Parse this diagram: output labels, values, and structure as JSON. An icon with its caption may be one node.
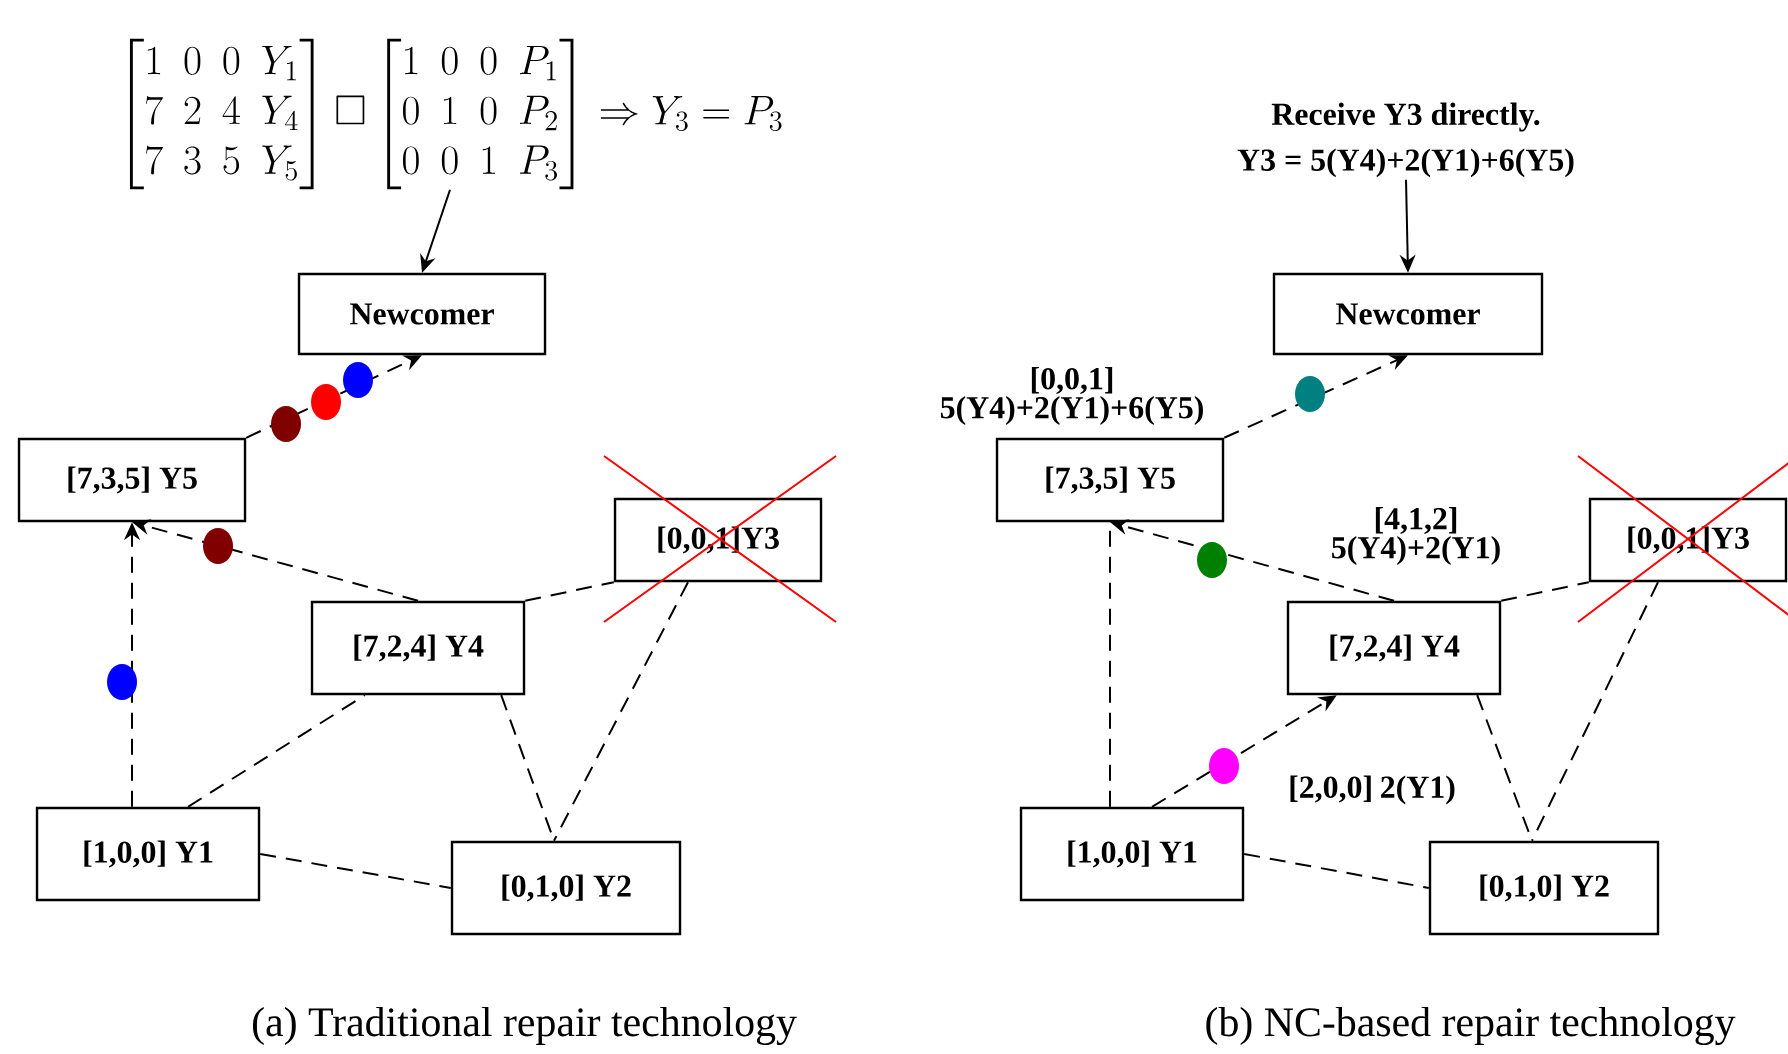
{
  "diagram": {
    "nodes": [
      {
        "text": [
          "\\begin{bmatrix}1&0&0&Y_1\\\\7&2&4&Y_4\\\\7&3&5&Y_5\\end{bmatrix}\\square\\begin{bmatrix}1&0&0&P_1\\\\0&1&0&P_2\\\\0&0&1&P_3\\end{bmatrix}\\Rightarrow Y_3=P_3"
        ]
      },
      {
        "text": [
          "Newcomer"
        ]
      },
      {
        "text": [
          "[7,3,5] Y5"
        ]
      },
      {
        "text": [
          "[0,0,1]Y3"
        ]
      },
      {
        "text": [
          "[7,2,4] Y4"
        ]
      },
      {
        "text": [
          "[1,0,0] Y1"
        ]
      },
      {
        "text": [
          "[0,1,0] Y2"
        ]
      },
      {
        "text": [
          "Receive Y3 directly.",
          "Y3 =   5(Y4)+2(Y1)+6(Y5)"
        ]
      },
      {
        "text": [
          "Newcomer"
        ]
      },
      {
        "text": [
          "[7,3,5] Y5"
        ]
      },
      {
        "text": [
          "[0,0,1]Y3"
        ]
      },
      {
        "text": [
          "[7,2,4] Y4"
        ]
      },
      {
        "text": [
          "[1,0,0] Y1"
        ]
      },
      {
        "text": [
          "[0,1,0] Y2"
        ]
      }
    ],
    "edges": [
      {
        "from": 0,
        "to": 1,
        "arrow": "to"
      },
      {
        "from": 2,
        "to": 1,
        "arrow": "to",
        "style": "dashed"
      },
      {
        "from": 4,
        "to": 2,
        "arrow": "to",
        "style": "dashed"
      },
      {
        "from": 5,
        "to": 2,
        "arrow": "to",
        "style": "dashed"
      },
      {
        "from": 4,
        "to": 3,
        "arrow": "none",
        "style": "dashed"
      },
      {
        "from": 5,
        "to": 4,
        "arrow": "none",
        "style": "dashed"
      },
      {
        "from": 4,
        "to": 6,
        "arrow": "none",
        "style": "dashed"
      },
      {
        "from": 3,
        "to": 6,
        "arrow": "none",
        "style": "dashed"
      },
      {
        "from": 5,
        "to": 6,
        "arrow": "none",
        "style": "dashed"
      },
      {
        "from": 7,
        "to": 8,
        "arrow": "to"
      },
      {
        "from": 9,
        "to": 8,
        "arrow": "to",
        "style": "dashed",
        "label": "[0,0,1] 5(Y4)+2(Y1)+6(Y5)"
      },
      {
        "from": 11,
        "to": 9,
        "arrow": "to",
        "style": "dashed",
        "label": "[4,1,2] 5(Y4)+2(Y1)"
      },
      {
        "from": 12,
        "to": 9,
        "arrow": "none",
        "style": "dashed"
      },
      {
        "from": 11,
        "to": 10,
        "arrow": "none",
        "style": "dashed"
      },
      {
        "from": 12,
        "to": 11,
        "arrow": "to",
        "style": "dashed",
        "label": "[2,0,0] 2(Y1)"
      },
      {
        "from": 11,
        "to": 13,
        "arrow": "none",
        "style": "dashed"
      },
      {
        "from": 10,
        "to": 13,
        "arrow": "none",
        "style": "dashed"
      },
      {
        "from": 12,
        "to": 13,
        "arrow": "none",
        "style": "dashed"
      }
    ],
    "labels": [
      "(a) Traditional repair technology",
      "(b) NC-based repair technology"
    ]
  }
}
